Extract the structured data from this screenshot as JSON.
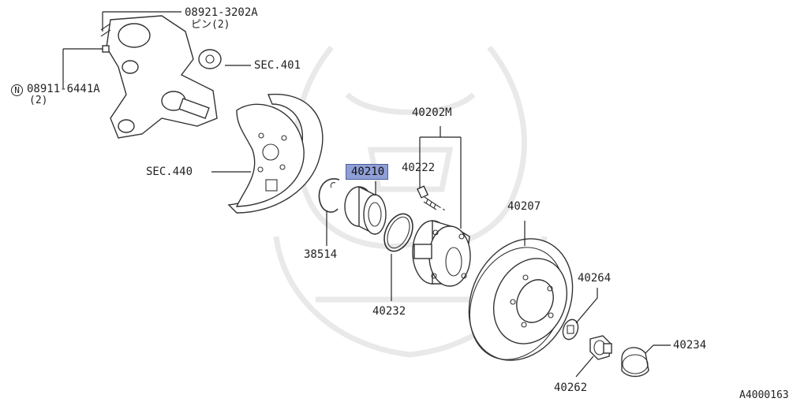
{
  "labels": {
    "pin_part": "08921-3202A",
    "pin_note": "ピン(2)",
    "nut_symbol": "N",
    "nut_part": "08911-6441A",
    "nut_qty": "(2)",
    "sec401": "SEC.401",
    "sec440": "SEC.440",
    "p40202M": "40202M",
    "p40222": "40222",
    "p40210": "40210",
    "p38514": "38514",
    "p40232": "40232",
    "p40207": "40207",
    "p40264": "40264",
    "p40234": "40234",
    "p40262": "40262",
    "figure_id": "A4000163"
  },
  "highlight_color": "#8f9fd6"
}
